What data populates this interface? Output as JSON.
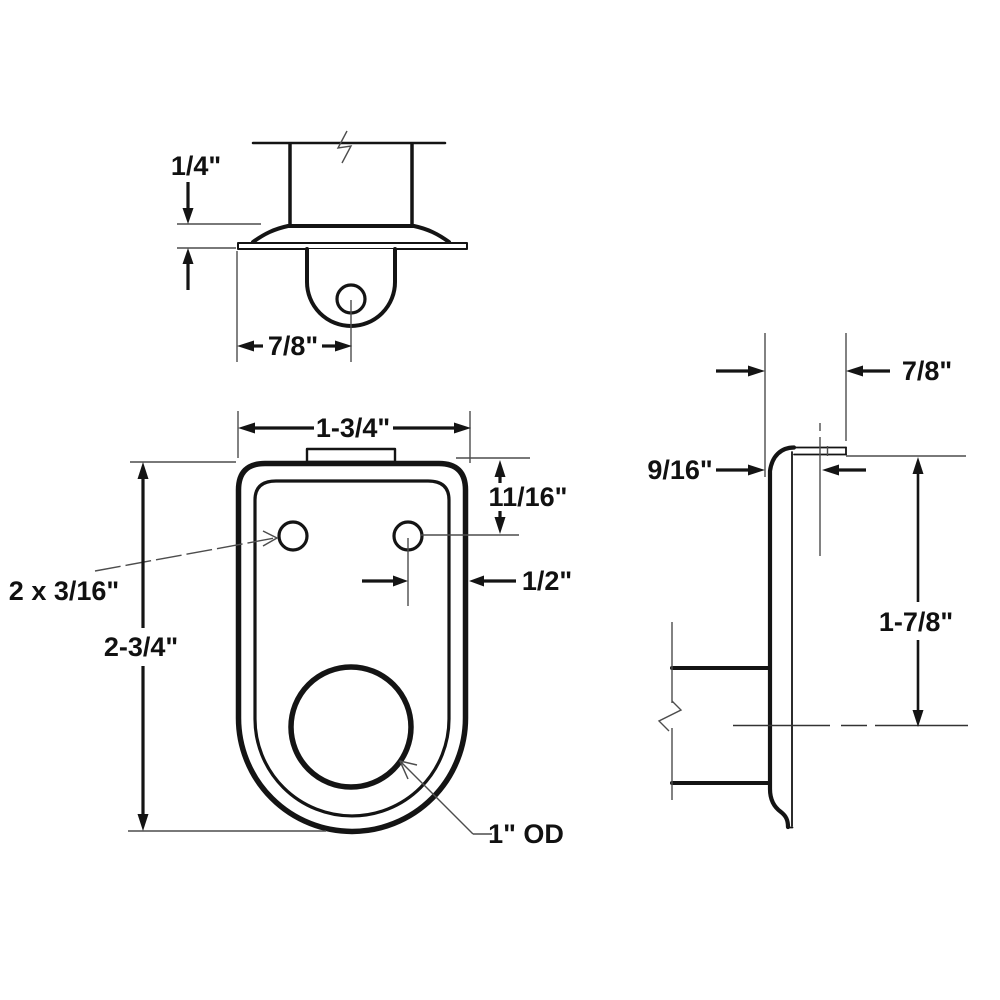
{
  "colors": {
    "ink": "#141414",
    "thin_line": "#4d4d4d",
    "background": "#ffffff"
  },
  "top_view": {
    "canopy_height": "1/4\"",
    "edge_to_hole": "7/8\""
  },
  "front_view": {
    "overall_width": "1-3/4\"",
    "top_to_holes": "11/16\"",
    "hole_to_edge": "1/2\"",
    "mounting_holes": "2 x 3/16\"",
    "overall_height": "2-3/4\"",
    "tube_diameter": "1\" OD"
  },
  "side_view": {
    "lip_depth": "7/8\"",
    "face_to_center": "9/16\"",
    "lip_to_tube_center": "1-7/8\""
  }
}
